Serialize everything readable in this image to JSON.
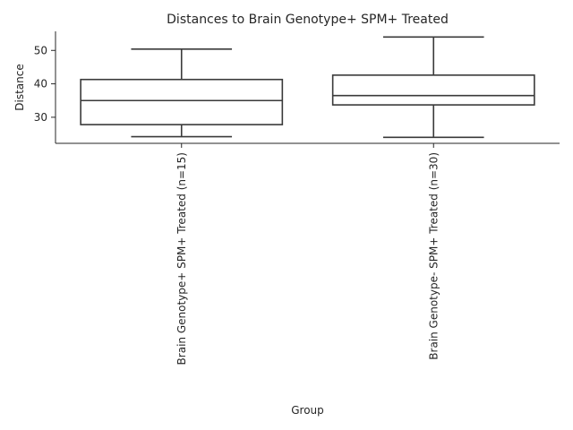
{
  "chart_data": {
    "type": "box",
    "title": "Distances to Brain Genotype+ SPM+ Treated",
    "xlabel": "Group",
    "ylabel": "Distance",
    "ylim": [
      22.2,
      55.7
    ],
    "yticks": [
      30,
      40,
      50
    ],
    "grid": false,
    "categories": [
      "Brain Genotype+ SPM+ Treated (n=15)",
      "Brain Genotype- SPM+ Treated (n=30)"
    ],
    "boxes": [
      {
        "whisker_low": 24.2,
        "q1": 27.8,
        "median": 35.0,
        "q3": 41.3,
        "whisker_high": 50.4
      },
      {
        "whisker_low": 24.0,
        "q1": 33.7,
        "median": 36.5,
        "q3": 42.6,
        "whisker_high": 54.0
      }
    ],
    "colors": {
      "box_edge": "#3a3a3a",
      "box_fill": "#ffffff",
      "axis": "#262626"
    }
  }
}
